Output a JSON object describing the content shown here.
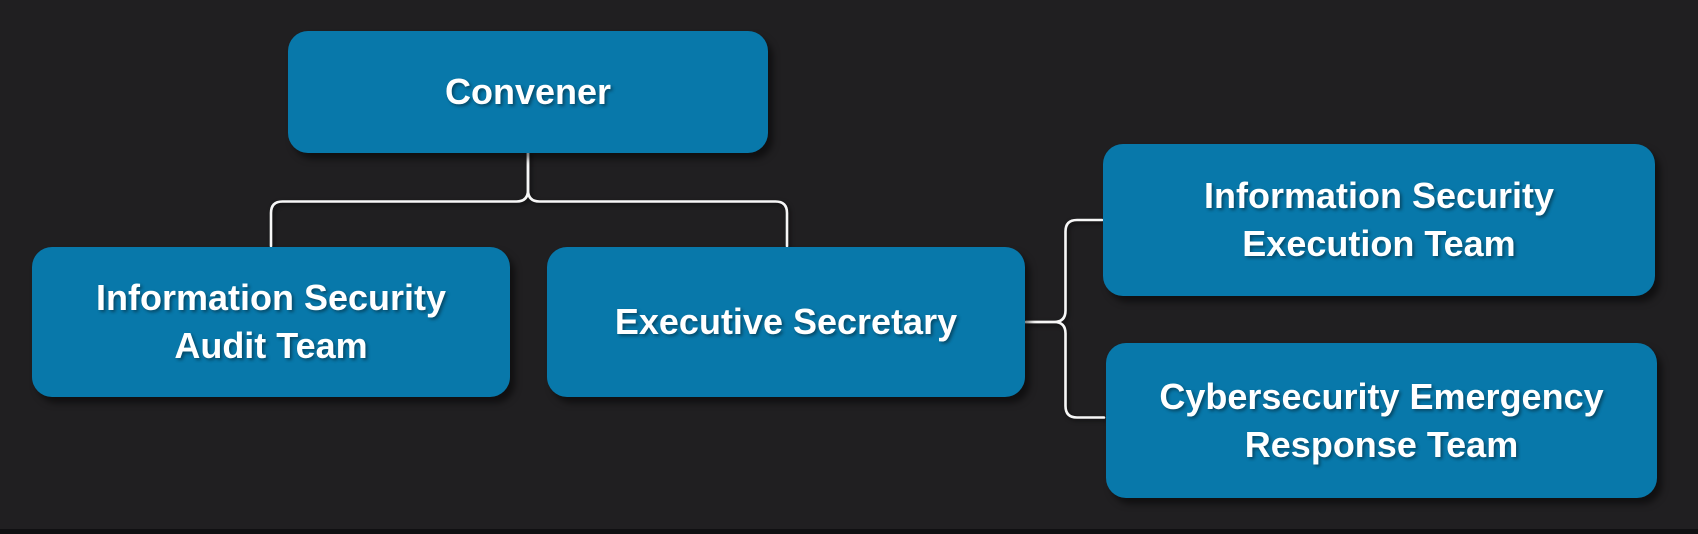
{
  "canvas": {
    "background": "#201f21",
    "bottom_edge_color": "#101012"
  },
  "colors": {
    "node_fill": "#0878aa",
    "node_text": "#ffffff",
    "connector": "#f7f7f7"
  },
  "nodes": {
    "convener": {
      "label": "Convener"
    },
    "audit": {
      "label": [
        "Information Security",
        "Audit Team"
      ]
    },
    "secretary": {
      "label": "Executive Secretary"
    },
    "execution": {
      "label": [
        "Information Security",
        "Execution Team"
      ]
    },
    "response": {
      "label": [
        "Cybersecurity Emergency",
        "Response Team"
      ]
    }
  }
}
